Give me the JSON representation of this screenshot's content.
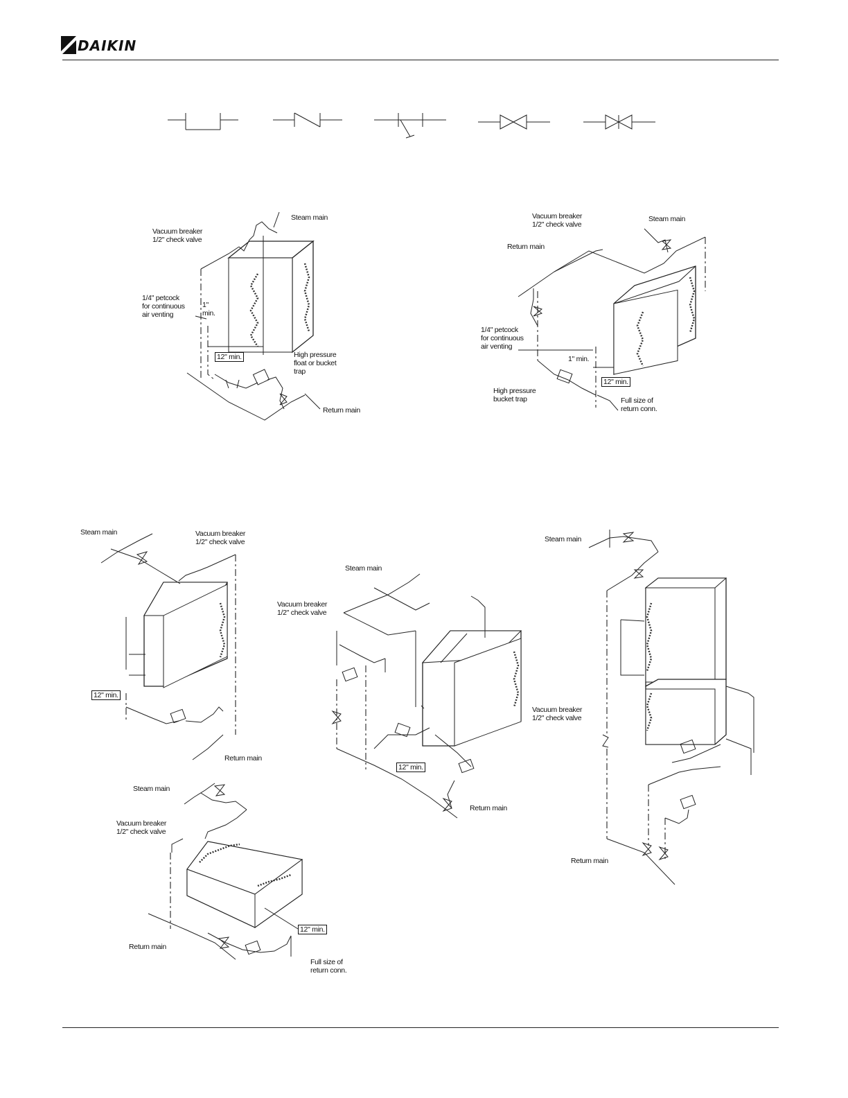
{
  "brand": {
    "name": "DAIKIN"
  },
  "labels": {
    "a_steam_main": "Steam main",
    "a_vacuum_breaker": "Vacuum breaker\n1/2\" check valve",
    "a_petcock": "1/4\" petcock\nfor continuous\nair venting",
    "a_one_min": "1\"\nmin.",
    "a_twelve_min": "12\" min.",
    "a_trap": "High pressure\nfloat or bucket\ntrap",
    "a_return_main": "Return main",
    "b_vacuum_breaker": "Vacuum breaker\n1/2\" check valve",
    "b_steam_main": "Steam main",
    "b_return_main": "Return main",
    "b_petcock": "1/4\" petcock\nfor continuous\nair venting",
    "b_one_min": "1\" min.",
    "b_twelve_min": "12\" min.",
    "b_trap": "High pressure\nbucket trap",
    "b_full_size": "Full size of\nreturn conn.",
    "c_steam_main": "Steam main",
    "c_vacuum_breaker": "Vacuum breaker\n1/2\" check valve",
    "c_twelve_min": "12\" min.",
    "c_return_main": "Return main",
    "d_steam_main": "Steam main",
    "d_vacuum_breaker": "Vacuum breaker\n1/2\" check valve",
    "d_twelve_min": "12\" min.",
    "d_return_main": "Return main",
    "e_steam_main": "Steam main",
    "e_vacuum_breaker": "Vacuum breaker\n1/2\" check valve",
    "e_return_main": "Return main",
    "f_steam_main": "Steam main",
    "f_vacuum_breaker": "Vacuum breaker\n1/2\" check valve",
    "f_twelve_min": "12\" min.",
    "f_return_main": "Return main",
    "f_full_size": "Full size of\nreturn conn."
  }
}
